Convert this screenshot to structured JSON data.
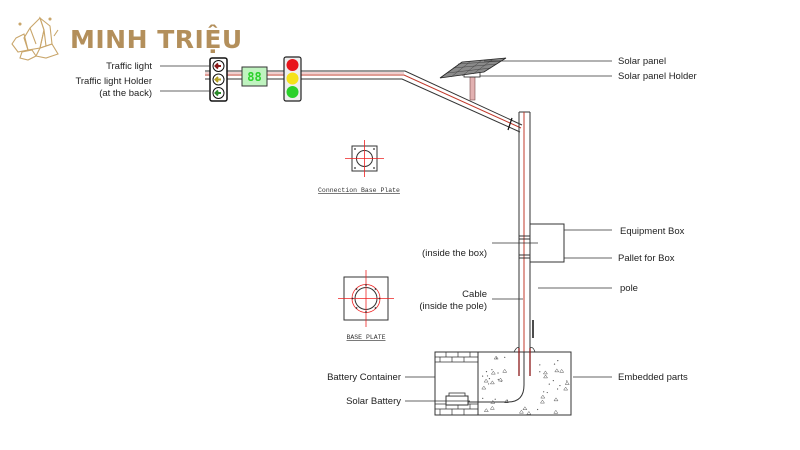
{
  "brand": {
    "name": "MINH TRIỆU",
    "logo_icon": "crystal-cluster-icon",
    "color": "#b38f5b"
  },
  "labels": {
    "traffic_light": "Traffic light",
    "traffic_light_holder_1": "Traffic light Holder",
    "traffic_light_holder_2": "(at the back)",
    "solar_panel": "Solar panel",
    "solar_panel_holder": "Solar panel Holder",
    "connection_base_plate": "Connection Base Plate",
    "base_plate": "BASE PLATE",
    "inside_box": "(inside the box)",
    "equipment_box": "Equipment Box",
    "pallet_for_box": "Pallet for Box",
    "pole": "pole",
    "cable_1": "Cable",
    "cable_2": "(inside the pole)",
    "battery_container": "Battery Container",
    "solar_battery": "Solar Battery",
    "embedded_parts": "Embedded parts"
  },
  "countdown_display": "88",
  "colors": {
    "signal_red": "#e8141b",
    "signal_yellow": "#f5e21a",
    "signal_green": "#2ad12a",
    "arrow_red": "#8b1a1a",
    "arrow_yellow": "#b5a021",
    "arrow_green": "#2b8a2b",
    "cable": "#c0392b",
    "countdown": "#3fe03f",
    "line": "#333333"
  }
}
